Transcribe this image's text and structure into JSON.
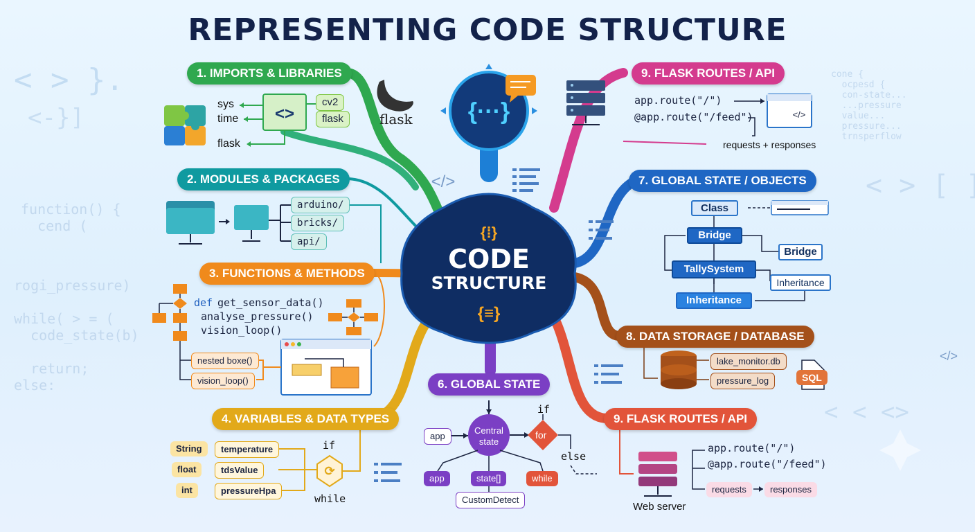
{
  "title": "REPRESENTING CODE STRUCTURE",
  "center": {
    "line1": "CODE",
    "line2": "STRUCTURE"
  },
  "branches": {
    "imports": {
      "label": "1. IMPORTS & LIBRARIES",
      "left": [
        "sys",
        "time",
        "flask"
      ],
      "right": [
        "cv2",
        "flask"
      ],
      "logo": "flask"
    },
    "modules": {
      "label": "2. MODULES & PACKAGES",
      "folders": [
        "arduino/",
        "bricks/",
        "api/"
      ]
    },
    "functions": {
      "label": "3. FUNCTIONS & METHODS",
      "keyword": "def",
      "lines": [
        "get_sensor_data()",
        "analyse_pressure()",
        "vision_loop()"
      ],
      "tags": [
        "nested boxe()",
        "vision_loop()"
      ]
    },
    "variables": {
      "label": "4. VARIABLES & DATA TYPES",
      "types": [
        "String",
        "float",
        "int"
      ],
      "names": [
        "temperature",
        "tdsValue",
        "pressureHpa"
      ],
      "if_label": "if",
      "while_label": "while"
    },
    "global_state": {
      "label": "6. GLOBAL STATE",
      "center": [
        "Central",
        "state"
      ],
      "nodes": [
        "app",
        "app",
        "state[]",
        "while",
        "CustomDetect"
      ],
      "decision": "for",
      "if_label": "if",
      "else_label": "else"
    },
    "global_objects": {
      "label": "7. GLOBAL STATE / OBJECTS",
      "nodes": [
        "Class",
        "Bridge",
        "TallySystem",
        "Inheritance",
        "Bridge",
        "Inheritance"
      ]
    },
    "storage": {
      "label": "8. DATA STORAGE / DATABASE",
      "files": [
        "lake_monitor.db",
        "pressure_log"
      ],
      "sql": "SQL"
    },
    "routes_top": {
      "label": "9. FLASK ROUTES / API",
      "routes": [
        "app.route(\"/\")",
        "@app.route(\"/feed\")"
      ],
      "result": "requests + responses"
    },
    "routes_bottom": {
      "label": "9. FLASK ROUTES / API",
      "routes": [
        "app.route(\"/\")",
        "@app.route(\"/feed\")"
      ],
      "tags": [
        "requests",
        "responses"
      ],
      "server": "Web server"
    }
  },
  "colors": {
    "title": "#13224a",
    "imports": "#2fa84f",
    "modules": "#0f9aa0",
    "functions": "#f08a1c",
    "variables": "#e2a91a",
    "global_state": "#7b3fc4",
    "global_objects": "#1f67c4",
    "storage": "#a4501a",
    "routes_top": "#d43b8e",
    "routes_bottom": "#e2543a",
    "hub": "#0f2d63"
  }
}
